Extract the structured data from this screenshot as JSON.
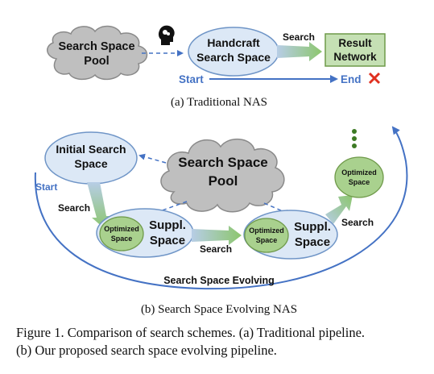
{
  "panel_a": {
    "pool_label": [
      "Search Space",
      "Pool"
    ],
    "handcraft_label": [
      "Handcraft",
      "Search Space"
    ],
    "search_label": "Search",
    "result_label": [
      "Result",
      "Network"
    ],
    "start_label": "Start",
    "end_label": "End",
    "caption": "(a)  Traditional NAS"
  },
  "panel_b": {
    "initial_label": [
      "Initial Search",
      "Space"
    ],
    "pool_label": [
      "Search Space",
      "Pool"
    ],
    "optimized_label": [
      "Optimized",
      "Space"
    ],
    "suppl_label": [
      "Suppl.",
      "Space"
    ],
    "search_label": "Search",
    "start_label": "Start",
    "evolving_label": "Search Space Evolving",
    "caption": "(b)  Search Space Evolving NAS"
  },
  "figure_caption": [
    "Figure 1. Comparison of search schemes. (a) Traditional pipeline.",
    "(b) Our proposed search space evolving pipeline."
  ],
  "colors": {
    "ellipse_fill": "#dce8f6",
    "ellipse_stroke": "#6f95c7",
    "cloud_fill": "#bfbfbf",
    "cloud_stroke": "#8a8a8a",
    "green_fill": "#a9d18e",
    "green_stroke": "#6f9a4a",
    "result_fill": "#c5e0b4",
    "arrow_blue": "#4472c4",
    "cross_red": "#e03020"
  }
}
